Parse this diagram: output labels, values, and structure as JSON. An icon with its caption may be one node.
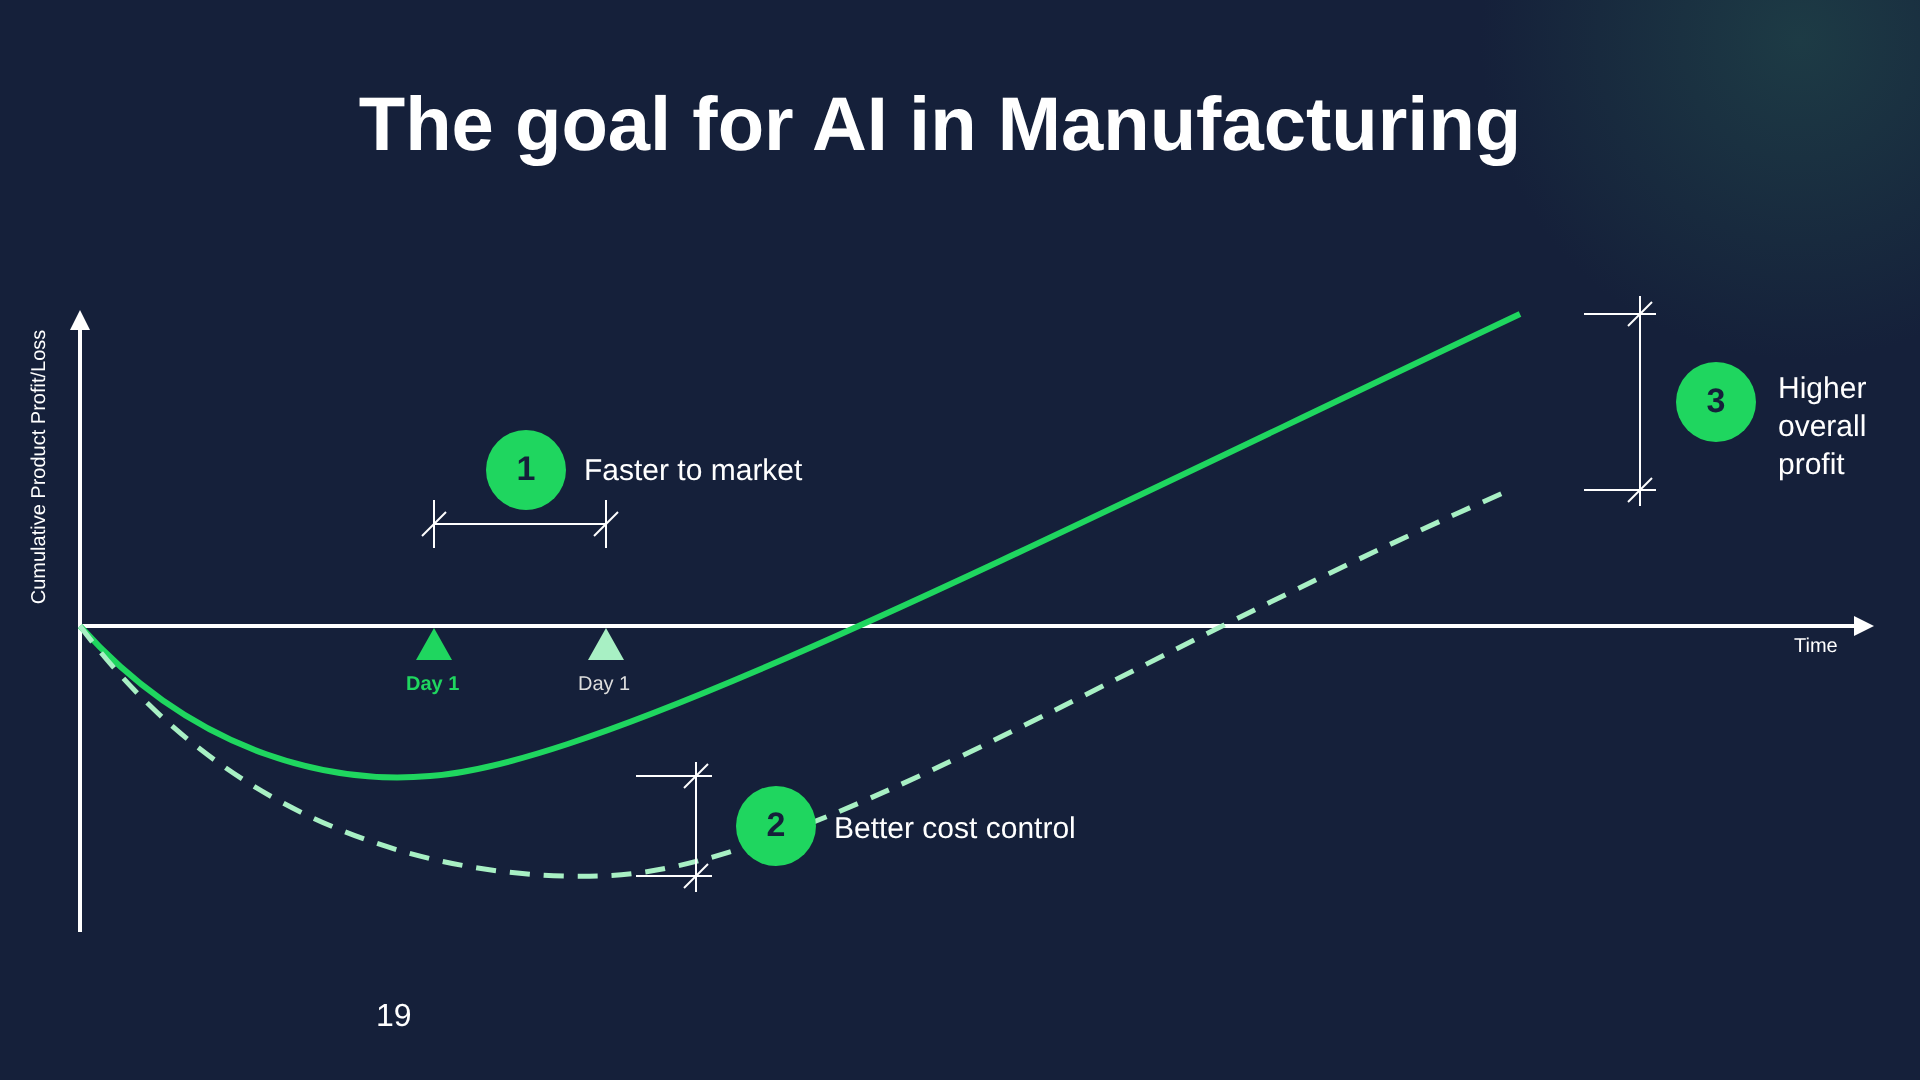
{
  "diagram": {
    "title": "The goal for AI in Manufacturing",
    "nodes": [
      {
        "text": [
          "1"
        ],
        "beside": [
          "Faster to market"
        ]
      },
      {
        "text": [
          "2"
        ],
        "beside": [
          "Better cost control"
        ]
      },
      {
        "text": [
          "3"
        ],
        "beside": [
          "Higher overall profit"
        ]
      }
    ],
    "labels": [
      "Cumulative Product Profit/Loss",
      "Time",
      "Day 1",
      "Day 1",
      "19"
    ]
  }
}
